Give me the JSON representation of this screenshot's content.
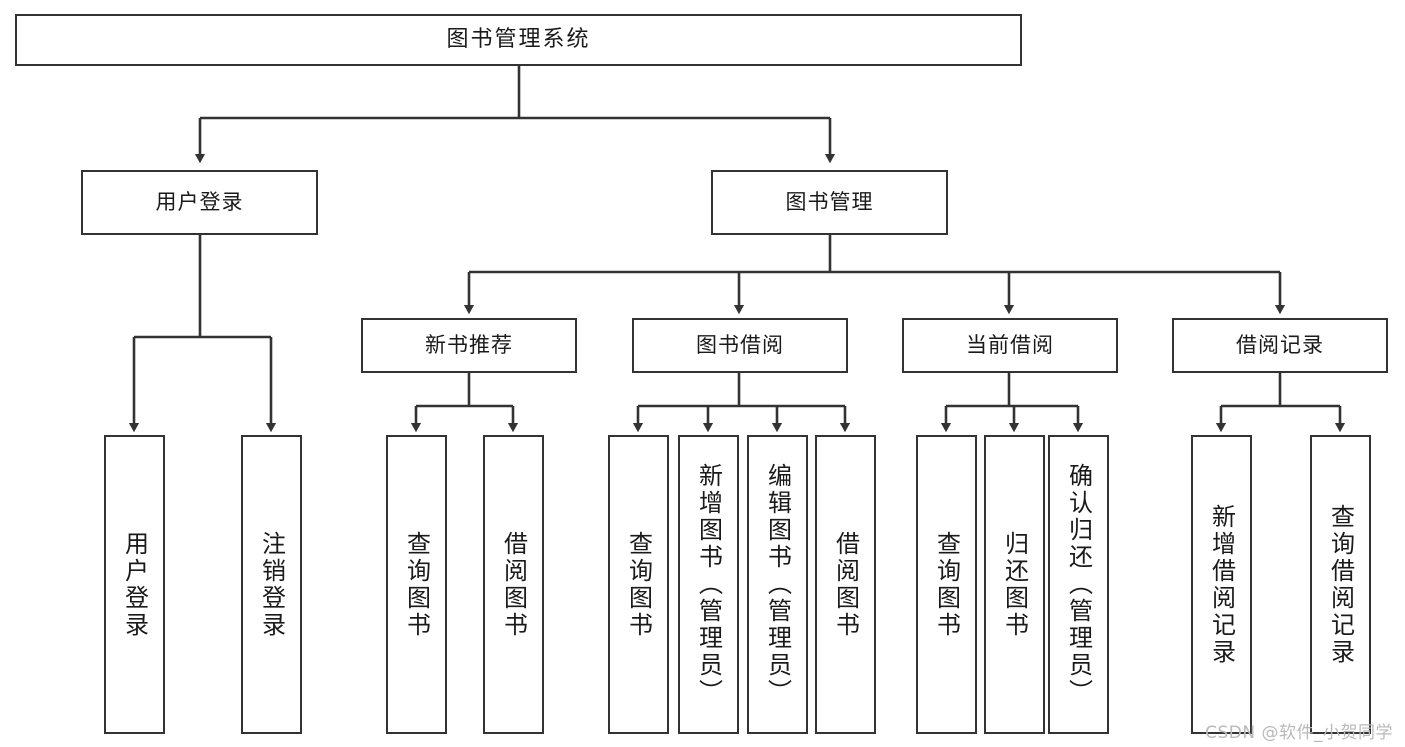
{
  "diagram": {
    "type": "tree",
    "title": "图书管理系统",
    "orientation": "top-down",
    "line_color": "#333333",
    "box_fill": "#ffffff",
    "text_color": "#1a1a1a",
    "root": {
      "id": "root",
      "label": "图书管理系统",
      "text_direction": "horizontal"
    },
    "level2": [
      {
        "id": "user-login",
        "label": "用户登录",
        "text_direction": "horizontal"
      },
      {
        "id": "book-manage",
        "label": "图书管理",
        "text_direction": "horizontal"
      }
    ],
    "level3": [
      {
        "id": "new-book-recommend",
        "label": "新书推荐",
        "parent": "book-manage",
        "text_direction": "horizontal"
      },
      {
        "id": "book-borrow",
        "label": "图书借阅",
        "parent": "book-manage",
        "text_direction": "horizontal"
      },
      {
        "id": "current-borrow",
        "label": "当前借阅",
        "parent": "book-manage",
        "text_direction": "horizontal"
      },
      {
        "id": "borrow-record",
        "label": "借阅记录",
        "parent": "book-manage",
        "text_direction": "horizontal"
      }
    ],
    "leaves": [
      {
        "id": "leaf-user-login",
        "label": "用户登录",
        "parent": "user-login",
        "text_direction": "vertical"
      },
      {
        "id": "leaf-logout",
        "label": "注销登录",
        "parent": "user-login",
        "text_direction": "vertical"
      },
      {
        "id": "leaf-query-book-1",
        "label": "查询图书",
        "parent": "new-book-recommend",
        "text_direction": "vertical"
      },
      {
        "id": "leaf-borrow-book-1",
        "label": "借阅图书",
        "parent": "new-book-recommend",
        "text_direction": "vertical"
      },
      {
        "id": "leaf-query-book-2",
        "label": "查询图书",
        "parent": "book-borrow",
        "text_direction": "vertical"
      },
      {
        "id": "leaf-add-book",
        "label": "新增图书（管理员）",
        "parent": "book-borrow",
        "text_direction": "vertical"
      },
      {
        "id": "leaf-edit-book",
        "label": "编辑图书（管理员）",
        "parent": "book-borrow",
        "text_direction": "vertical"
      },
      {
        "id": "leaf-borrow-book-2",
        "label": "借阅图书",
        "parent": "book-borrow",
        "text_direction": "vertical"
      },
      {
        "id": "leaf-query-book-3",
        "label": "查询图书",
        "parent": "current-borrow",
        "text_direction": "vertical"
      },
      {
        "id": "leaf-return-book",
        "label": "归还图书",
        "parent": "current-borrow",
        "text_direction": "vertical"
      },
      {
        "id": "leaf-confirm-return",
        "label": "确认归还（管理员）",
        "parent": "current-borrow",
        "text_direction": "vertical"
      },
      {
        "id": "leaf-add-record",
        "label": "新增借阅记录",
        "parent": "borrow-record",
        "text_direction": "vertical"
      },
      {
        "id": "leaf-query-record",
        "label": "查询借阅记录",
        "parent": "borrow-record",
        "text_direction": "vertical"
      }
    ]
  },
  "watermark": {
    "text": "CSDN @软件_小贺同学"
  }
}
